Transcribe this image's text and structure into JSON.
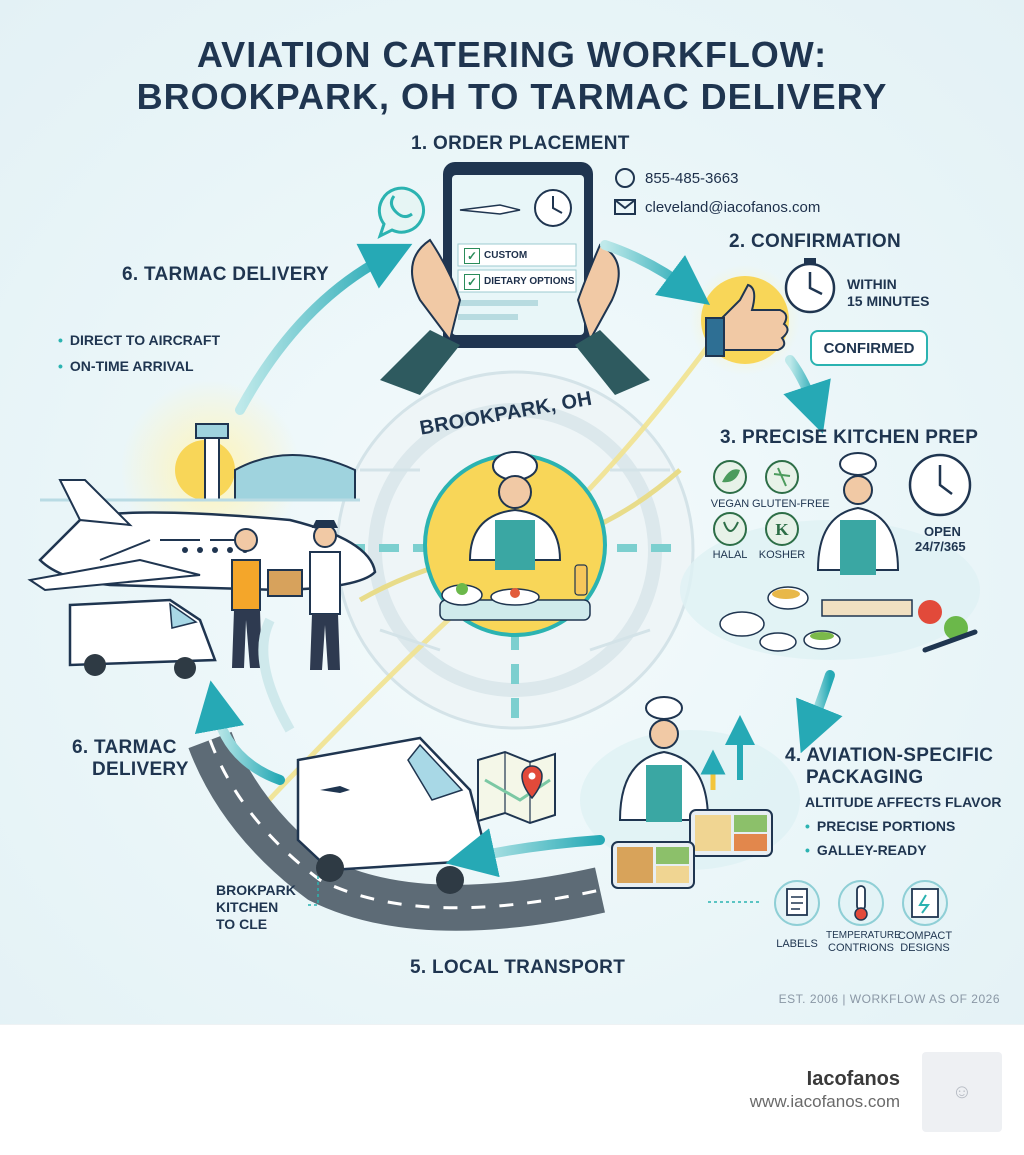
{
  "title": {
    "line1": "AVIATION CATERING WORKFLOW:",
    "line2": "BROOKPARK, OH TO TARMAC DELIVERY"
  },
  "center": {
    "label": "BROOKPARK, OH"
  },
  "step1": {
    "label": "1. ORDER PLACEMENT",
    "phone": "855-485-3663",
    "email": "cleveland@iacofanos.com",
    "tablet_items": [
      "CUSTOM",
      "DIETARY OPTIONS"
    ]
  },
  "step2": {
    "label": "2. CONFIRMATION",
    "time_line1": "WITHIN",
    "time_line2": "15 MINUTES",
    "badge": "CONFIRMED"
  },
  "step3": {
    "label": "3. PRECISE KITCHEN PREP",
    "diets": [
      "VEGAN",
      "GLUTEN-FREE",
      "HALAL",
      "KOSHER"
    ],
    "hours_line1": "OPEN",
    "hours_line2": "24/7/365"
  },
  "step4": {
    "label_line1": "4. AVIATION-SPECIFIC",
    "label_line2": "PACKAGING",
    "note": "ALTITUDE AFFECTS FLAVOR",
    "bullets": [
      "PRECISE PORTIONS",
      "GALLEY-READY"
    ],
    "icons": [
      {
        "icon": "labels-icon",
        "label_line1": "LABELS",
        "label_line2": ""
      },
      {
        "icon": "thermometer-icon",
        "label_line1": "TEMPERATURE",
        "label_line2": "CONTRIONS"
      },
      {
        "icon": "compact-box-icon",
        "label_line1": "COMPACT",
        "label_line2": "DESIGNS"
      }
    ]
  },
  "step5": {
    "label": "5. LOCAL TRANSPORT",
    "route_line1": "BROKPARK",
    "route_line2": "KITCHEN",
    "route_line3": "TO CLE"
  },
  "step6_top": {
    "label": "6. TARMAC DELIVERY",
    "bullets": [
      "DIRECT TO AIRCRAFT",
      "ON-TIME ARRIVAL"
    ]
  },
  "step6_bottom": {
    "label_line1": "6. TARMAC",
    "label_line2": "DELIVERY"
  },
  "est": "EST. 2006  |  WORKFLOW AS OF 2026",
  "footer": {
    "brand": "Iacofanos",
    "url": "www.iacofanos.com"
  },
  "colors": {
    "teal": "#2bb3b1",
    "navy": "#1f3550",
    "yellow": "#f6d24a",
    "background": "#e9f5f8"
  }
}
